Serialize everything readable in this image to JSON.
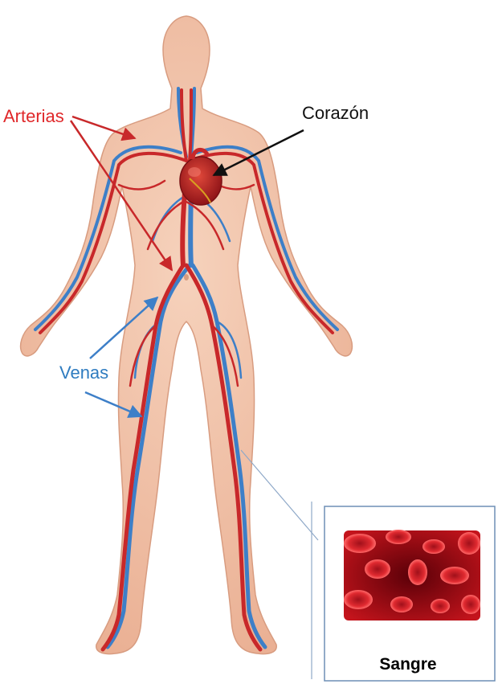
{
  "labels": {
    "arteries": "Arterias",
    "heart": "Corazón",
    "veins": "Venas"
  },
  "inset": {
    "caption": "Sangre"
  },
  "colors": {
    "skin": "#f0c0a4",
    "skin_edge": "#d89c80",
    "artery": "#c8282a",
    "vein": "#3d7fc8",
    "arteries_label": "#e0282a",
    "veins_label": "#2f7cc0",
    "heart_label": "#111111",
    "inset_border": "#6e8fb6",
    "blood_bg": "#8c0a10"
  }
}
